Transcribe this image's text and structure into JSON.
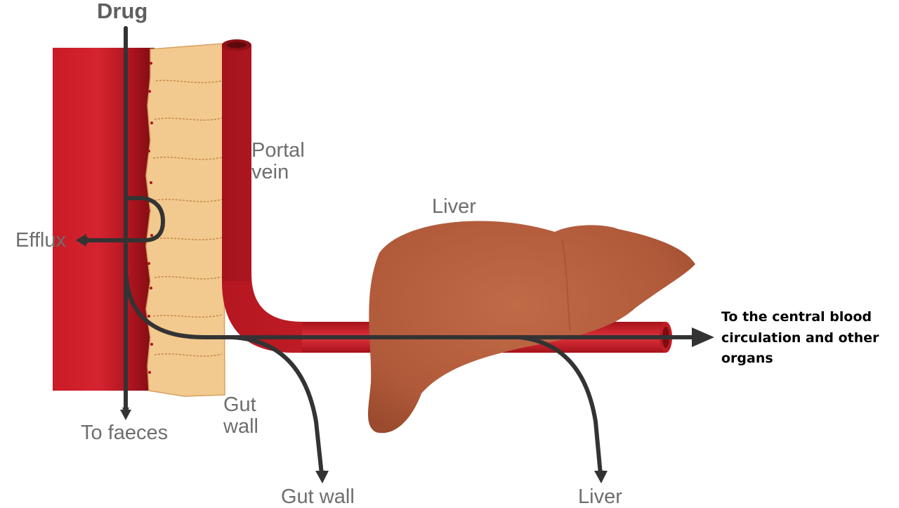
{
  "labels": {
    "drug": "Drug",
    "portal_vein": [
      "Portal",
      "vein"
    ],
    "liver_organ": "Liver",
    "efflux": "Efflux",
    "to_faeces": "To faeces",
    "gut_wall_tissue": [
      "Gut",
      "wall"
    ],
    "gut_wall_metabolism": "Gut wall",
    "liver_metabolism": "Liver",
    "central_circulation": [
      "To the central blood",
      "circulation and other",
      "organs"
    ]
  },
  "colors": {
    "blood_red": "#d4202b",
    "dark_red": "#8f1015",
    "gut_cell": "#f2c98e",
    "liver": "#b9603f",
    "arrow": "#333333",
    "label_gray": "#6e6e6e"
  }
}
